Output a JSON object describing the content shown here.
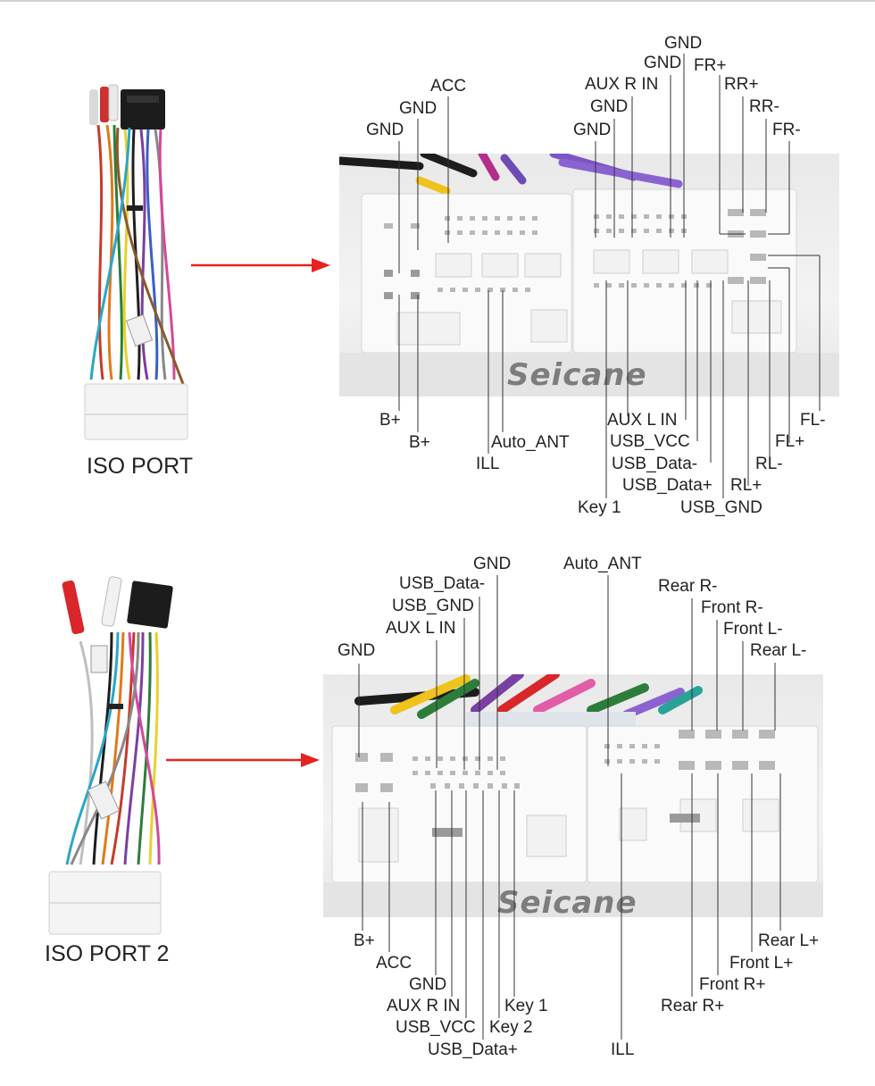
{
  "brand": "Seicane",
  "sections": [
    {
      "port_label": "ISO PORT",
      "top_labels": [
        "GND",
        "GND",
        "ACC",
        "GND",
        "GND",
        "AUX R IN",
        "GND",
        "GND",
        "FR+",
        "RR+",
        "RR-",
        "FR-"
      ],
      "bottom_labels": [
        "B+",
        "B+",
        "ILL",
        "Auto_ANT",
        "Key 1",
        "AUX L IN",
        "USB_VCC",
        "USB_Data-",
        "USB_Data+",
        "USB_GND",
        "RL+",
        "RL-",
        "FL+",
        "FL-"
      ]
    },
    {
      "port_label": "ISO PORT 2",
      "top_labels": [
        "GND",
        "AUX L IN",
        "USB_GND",
        "USB_Data-",
        "GND",
        "Auto_ANT",
        "Rear R-",
        "Front R-",
        "Front L-",
        "Rear L-"
      ],
      "bottom_labels": [
        "B+",
        "ACC",
        "GND",
        "AUX R IN",
        "USB_VCC",
        "USB_Data+",
        "Key 2",
        "Key 1",
        "ILL",
        "Rear R+",
        "Front R+",
        "Front L+",
        "Rear L+"
      ]
    }
  ],
  "colors": {
    "arrow": "#e8221f",
    "connector_body": "#fafafa",
    "line": "#333333"
  }
}
